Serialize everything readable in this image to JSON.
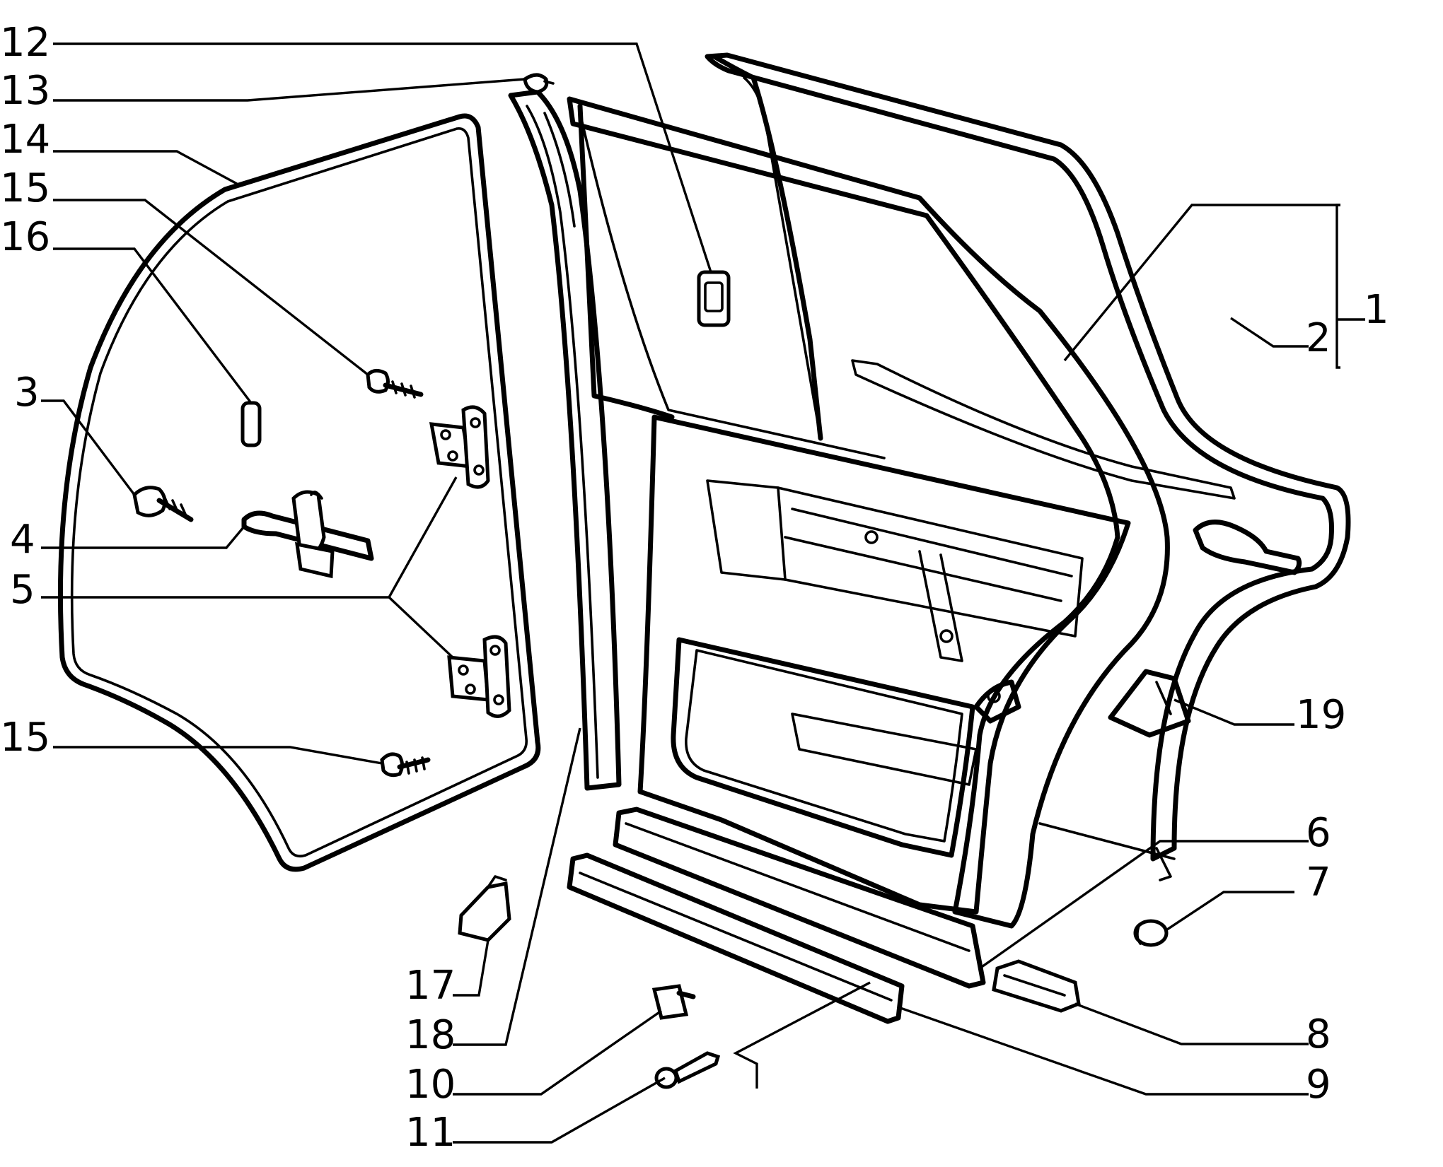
{
  "diagram": {
    "callouts": {
      "c1": "1",
      "c2": "2",
      "c3": "3",
      "c4": "4",
      "c5": "5",
      "c6": "6",
      "c7": "7",
      "c8": "8",
      "c9": "9",
      "c10": "10",
      "c11": "11",
      "c12": "12",
      "c13": "13",
      "c14": "14",
      "c15a": "15",
      "c15b": "15",
      "c16": "16",
      "c17": "17",
      "c18": "18",
      "c19": "19"
    },
    "colors": {
      "ink": "#000000",
      "paper": "#ffffff"
    }
  }
}
